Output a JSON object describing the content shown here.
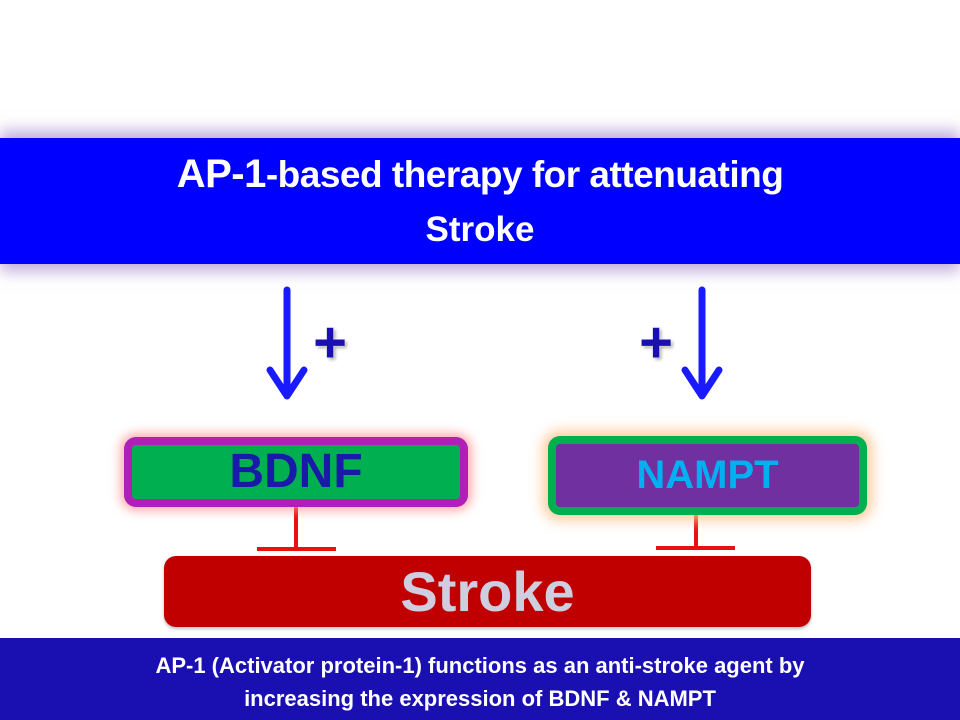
{
  "title": {
    "prefix": "AP-1",
    "line1_rest": "-based therapy for attenuating",
    "line2": "Stroke"
  },
  "colors": {
    "title_band": "#0000ff",
    "arrow": "#1a1aff",
    "plus": "#1a0fb0",
    "inhibition_line": "#e81010",
    "bdnf_fill": "#00b050",
    "bdnf_border": "#b01fb8",
    "bdnf_text": "#1a1aa8",
    "nampt_fill": "#7030a0",
    "nampt_border": "#00b050",
    "nampt_text": "#00b0f0",
    "stroke_fill": "#c00000",
    "stroke_text": "#cfcde0",
    "bottom_band": "#1a0fb0"
  },
  "diagram": {
    "activations": [
      {
        "symbol": "+",
        "target": "BDNF",
        "icon": "down-arrow-icon"
      },
      {
        "symbol": "+",
        "target": "NAMPT",
        "icon": "down-arrow-icon"
      }
    ],
    "nodes": {
      "bdnf": "BDNF",
      "nampt": "NAMPT",
      "stroke": "Stroke"
    },
    "inhibitions": [
      {
        "from": "BDNF",
        "to": "Stroke"
      },
      {
        "from": "NAMPT",
        "to": "Stroke"
      }
    ]
  },
  "caption": {
    "line1": "AP-1 (Activator protein-1) functions as an anti-stroke agent by",
    "line2": "increasing the expression of BDNF & NAMPT"
  }
}
